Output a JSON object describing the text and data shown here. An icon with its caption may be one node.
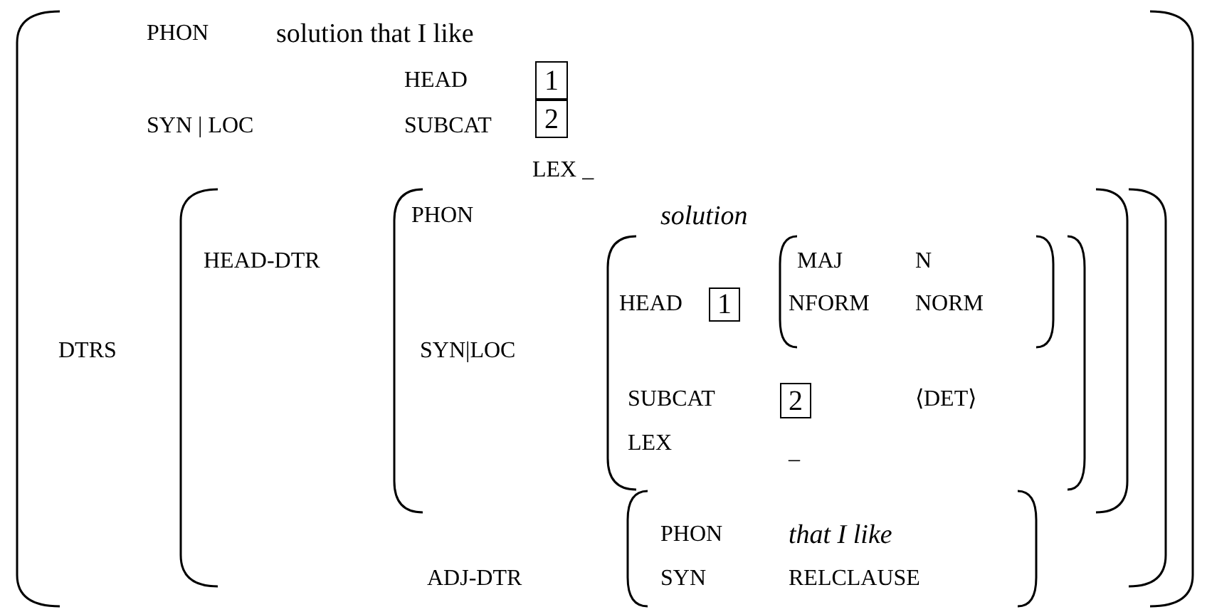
{
  "diagram": {
    "nodes": [
      {
        "text": [
          "1"
        ]
      },
      {
        "text": [
          "2"
        ]
      },
      {
        "text": [
          "1"
        ]
      },
      {
        "text": [
          "2"
        ]
      }
    ],
    "labels": [
      "PHON",
      "solution that I like",
      "HEAD",
      "SYN | LOC",
      "SUBCAT",
      "LEX _",
      "PHON",
      "solution",
      "HEAD-DTR",
      "MAJ",
      "N",
      "HEAD",
      "NFORM",
      "NORM",
      "DTRS",
      "SYN|LOC",
      "SUBCAT",
      "⟨DET⟩",
      "LEX",
      "_",
      "PHON",
      "that I like",
      "ADJ-DTR",
      "SYN",
      "RELCLAUSE"
    ]
  }
}
